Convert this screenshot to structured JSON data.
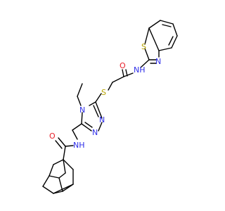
{
  "colors": {
    "bond": "#000000",
    "N": "#2f2fe8",
    "O": "#e8202a",
    "S": "#b8a400",
    "background": "#ffffff"
  },
  "atoms": [
    {
      "id": "s_bt",
      "label": "S",
      "element": "S"
    },
    {
      "id": "n_bt",
      "label": "N",
      "element": "N"
    },
    {
      "id": "n_amide1",
      "label": "NH",
      "element": "N"
    },
    {
      "id": "o_amide1",
      "label": "O",
      "element": "O"
    },
    {
      "id": "s_thio",
      "label": "S",
      "element": "S"
    },
    {
      "id": "n4_tri",
      "label": "N",
      "element": "N"
    },
    {
      "id": "n1_tri",
      "label": "N",
      "element": "N"
    },
    {
      "id": "n2_tri",
      "label": "N",
      "element": "N"
    },
    {
      "id": "o_amide2",
      "label": "O",
      "element": "O"
    },
    {
      "id": "n_amide2",
      "label": "NH",
      "element": "N"
    }
  ]
}
